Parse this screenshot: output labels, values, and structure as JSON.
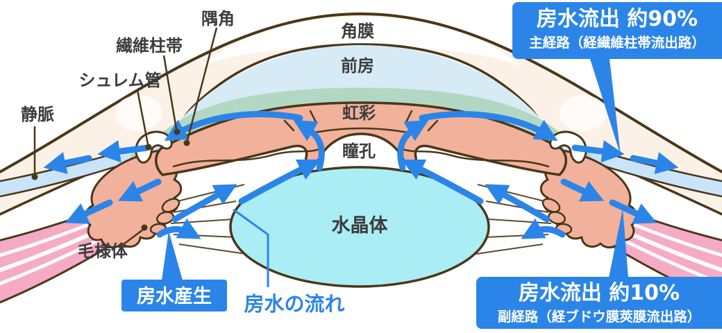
{
  "colors": {
    "outline": "#4a3619",
    "text_dark": "#3c3c3c",
    "accent_blue": "#2b85e8",
    "sclera_cream": "#fcf1e6",
    "anterior_chamber_blue": "#d6ebf6",
    "trabecular_green": "#b2d8c4",
    "iris_salmon": "#f1b19b",
    "lens_cyan": "#abedf5",
    "vein_blue": "#c9e4f8",
    "uveoscleral_pink": "#f5abc3"
  },
  "labels": {
    "angle": "隅角",
    "trabecular_meshwork": "繊維柱帯",
    "schlemm_canal": "シュレム管",
    "vein": "静脈",
    "cornea": "角膜",
    "anterior_chamber": "前房",
    "iris": "虹彩",
    "pupil": "瞳孔",
    "lens": "水晶体",
    "ciliary_body": "毛様体",
    "aqueous_production": "房水産生",
    "aqueous_flow": "房水の流れ"
  },
  "callouts": {
    "main_outflow": {
      "title": "房水流出 約90%",
      "subtitle": "主経路（経繊維柱帯流出路）"
    },
    "sub_outflow": {
      "title": "房水流出 約10%",
      "subtitle": "副経路（経ブドウ膜莢膜流出路）"
    }
  }
}
